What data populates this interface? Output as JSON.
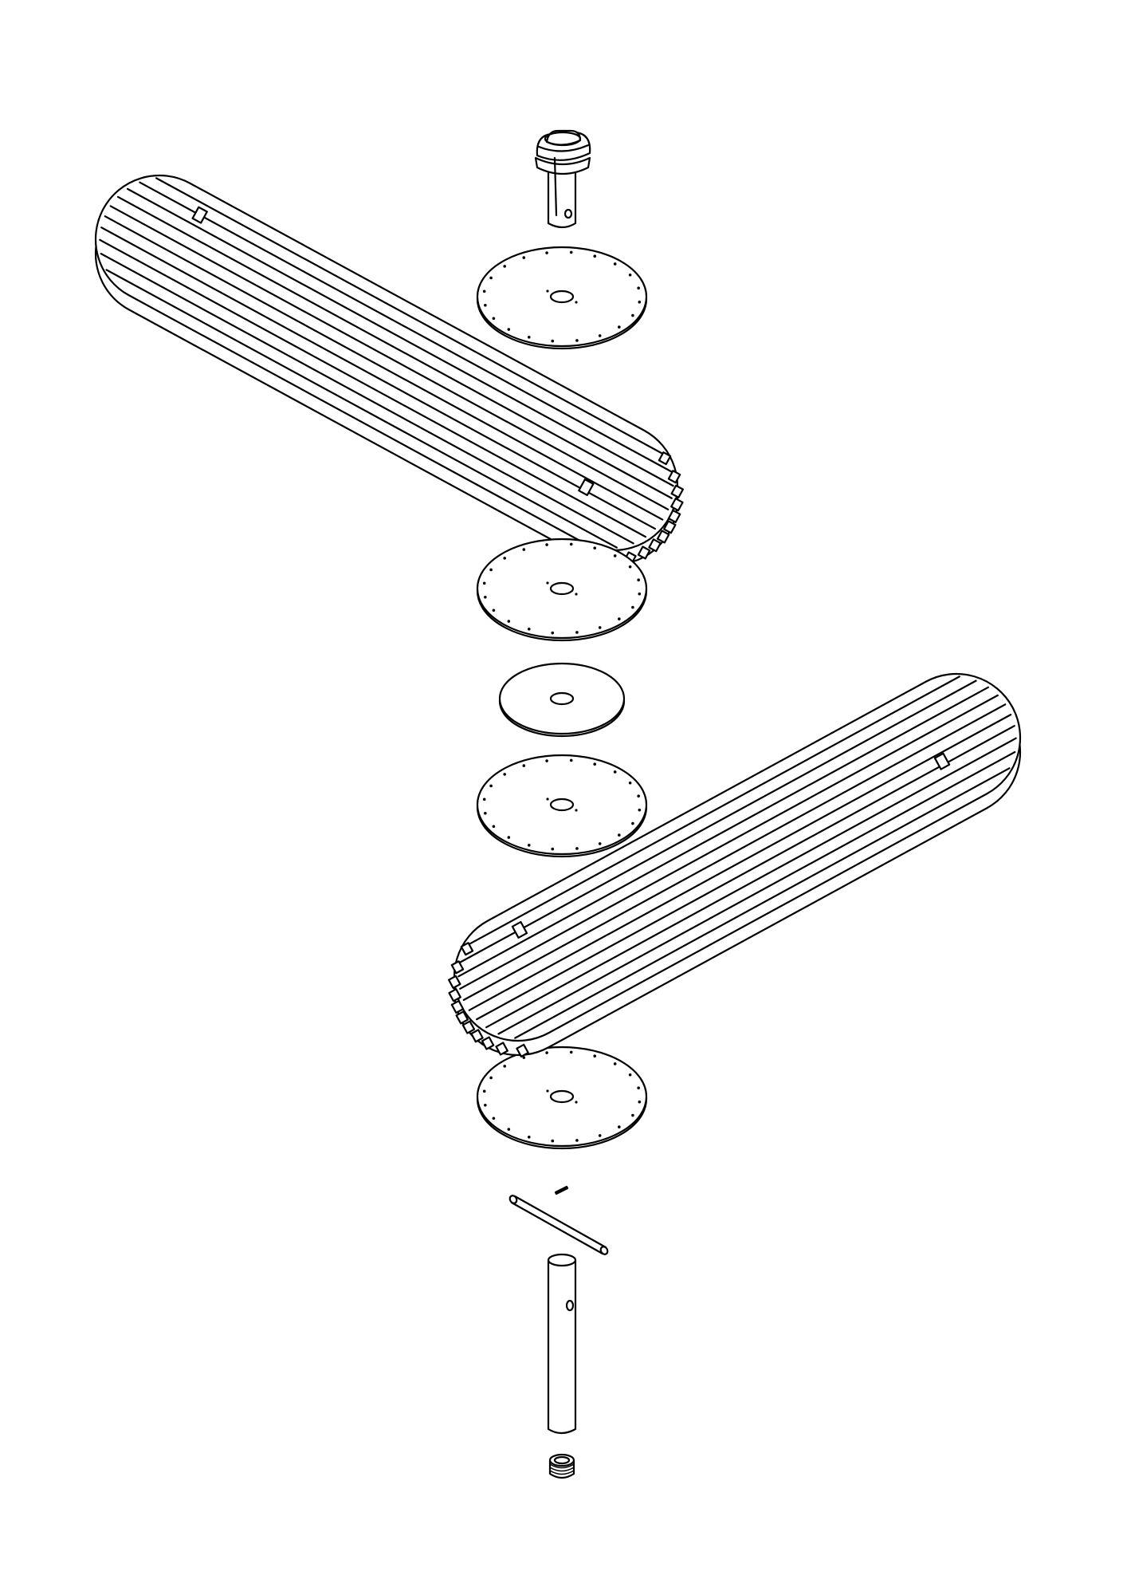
{
  "diagram": {
    "type": "exploded-assembly",
    "background": "#ffffff",
    "line_color": "#000000",
    "parts": [
      {
        "name": "handle-knob",
        "count": 1
      },
      {
        "name": "perforated-disc",
        "count": 4,
        "holes_per_disc": 20
      },
      {
        "name": "slatted-tray",
        "count": 2,
        "slats_per_tray": 11
      },
      {
        "name": "plain-spacer-disc",
        "count": 1
      },
      {
        "name": "cross-pin",
        "count": 1
      },
      {
        "name": "small-pin",
        "count": 1
      },
      {
        "name": "post-tube",
        "count": 1
      },
      {
        "name": "foot-cap",
        "count": 1
      }
    ]
  }
}
